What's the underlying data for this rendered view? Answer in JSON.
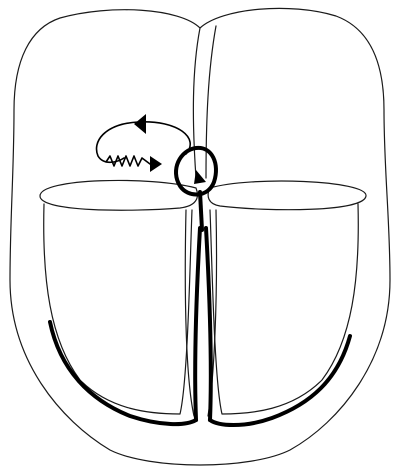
{
  "figure": {
    "kind": "schematic heart diagram",
    "chambers": [
      "left-upper",
      "right-upper",
      "left-lower",
      "right-lower"
    ],
    "colors": {
      "outline": "#1a1a1a",
      "conduction": "#000000",
      "background": "#ffffff"
    },
    "icons": [
      "reentry-loop-arrow",
      "zigzag-arrow",
      "node-loop-arrow"
    ]
  }
}
